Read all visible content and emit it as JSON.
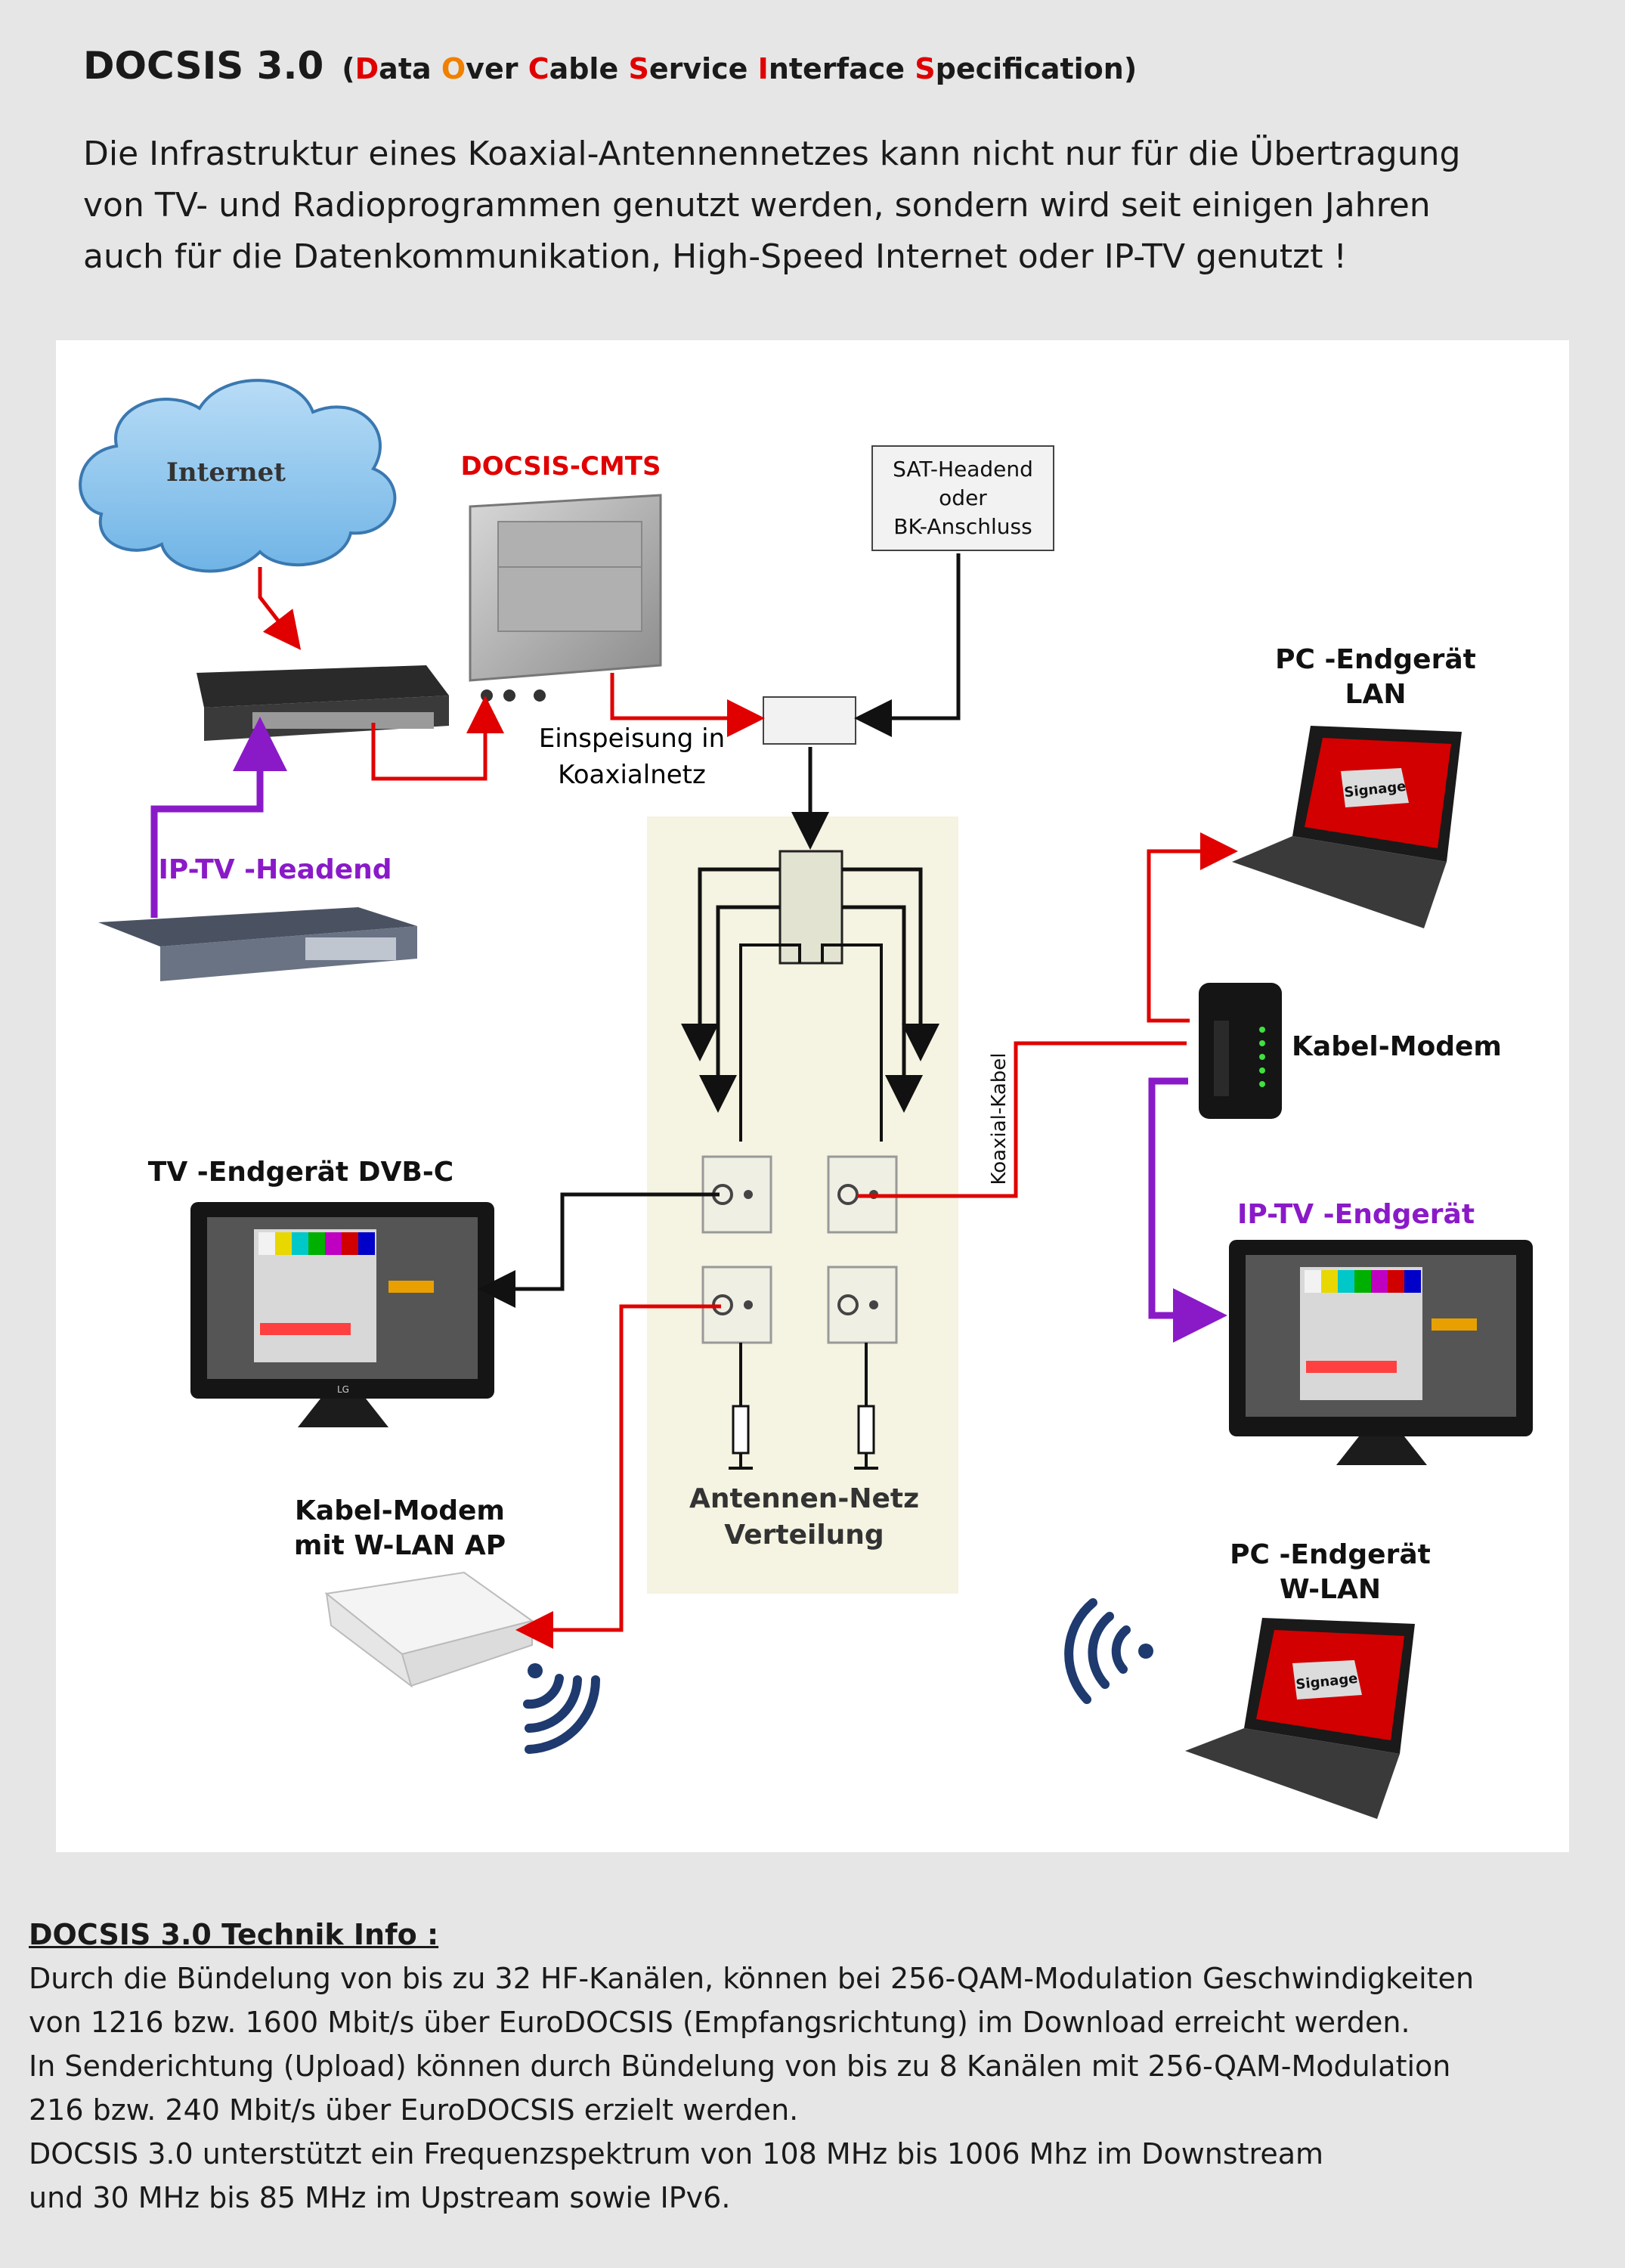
{
  "header": {
    "title": "DOCSIS 3.0",
    "subtitle_parts": [
      {
        "text": "(",
        "cls": ""
      },
      {
        "text": "D",
        "cls": "r"
      },
      {
        "text": "ata ",
        "cls": ""
      },
      {
        "text": "O",
        "cls": "o"
      },
      {
        "text": "ver ",
        "cls": ""
      },
      {
        "text": "C",
        "cls": "r"
      },
      {
        "text": "able ",
        "cls": ""
      },
      {
        "text": "S",
        "cls": "r"
      },
      {
        "text": "ervice ",
        "cls": ""
      },
      {
        "text": "I",
        "cls": "r"
      },
      {
        "text": "nterface ",
        "cls": ""
      },
      {
        "text": "S",
        "cls": "r"
      },
      {
        "text": "pecification)",
        "cls": ""
      }
    ]
  },
  "intro": [
    "Die Infrastruktur eines Koaxial-Antennennetzes kann nicht nur für die Übertragung",
    "von TV- und Radioprogrammen genutzt werden, sondern wird seit einigen Jahren",
    "auch für die Datenkommunikation, High-Speed Internet oder IP-TV genutzt !"
  ],
  "diagram": {
    "internet": "Internet",
    "cmts": "DOCSIS-CMTS",
    "sat_headend": [
      "SAT-Headend",
      "oder",
      "BK-Anschluss"
    ],
    "feed": [
      "Einspeisung in",
      "Koaxialnetz"
    ],
    "iptv_headend": "IP-TV -Headend",
    "pc_lan": [
      "PC -Endgerät",
      "LAN"
    ],
    "cable_modem": "Kabel-Modem",
    "coax_cable": "Koaxial-Kabel",
    "iptv_device": "IP-TV -Endgerät",
    "tv_device": "TV -Endgerät DVB-C",
    "modem_wlan": [
      "Kabel-Modem",
      "mit W-LAN AP"
    ],
    "antenna_net": [
      "Antennen-Netz",
      "Verteilung"
    ],
    "pc_wlan": [
      "PC -Endgerät",
      "W-LAN"
    ],
    "signage_text": "Signage",
    "tv_brand": "LG"
  },
  "footer": {
    "heading": "DOCSIS 3.0 Technik Info :",
    "lines": [
      "Durch die Bündelung von bis zu 32 HF-Kanälen, können bei 256-QAM-Modulation Geschwindigkeiten",
      "von 1216 bzw. 1600 Mbit/s über EuroDOCSIS (Empfangsrichtung) im Download erreicht werden.",
      "In Senderichtung (Upload) können durch Bündelung von bis zu 8 Kanälen mit 256-QAM-Modulation",
      "216 bzw. 240 Mbit/s über EuroDOCSIS erzielt werden.",
      "DOCSIS 3.0 unterstützt ein Frequenzspektrum von 108 MHz bis 1006 Mhz im Downstream",
      "und 30 MHz bis 85 MHz im Upstream sowie IPv6."
    ]
  },
  "colors": {
    "red_line": "#e00000",
    "purple_line": "#8a1ac8",
    "black_line": "#111111",
    "distribution_bg": "#f5f3e1",
    "wifi_blue": "#1e3a6e"
  }
}
